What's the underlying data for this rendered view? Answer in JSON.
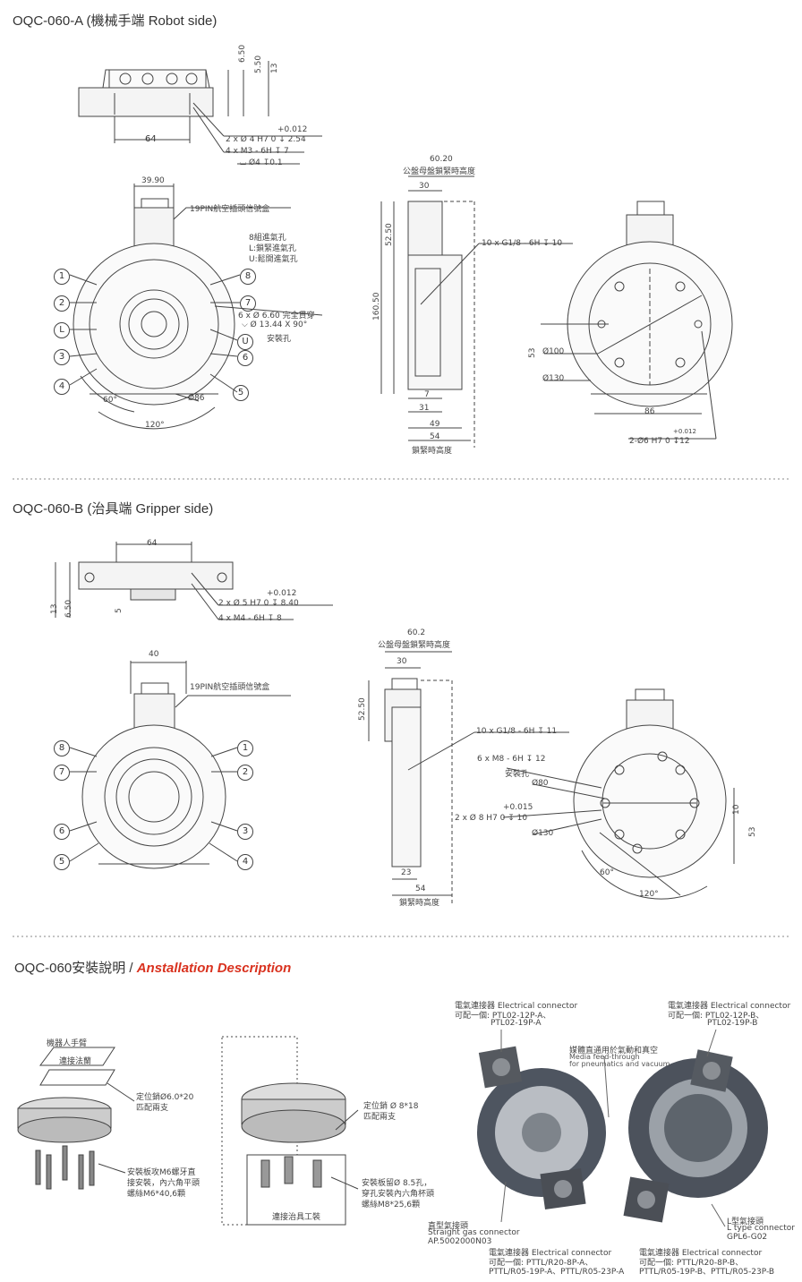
{
  "section_a": {
    "title": "OQC-060-A (機械手端 Robot side)",
    "side_dims": [
      "6.50",
      "5.50",
      "13",
      "64",
      "+0.012",
      "2 x Ø 4 H7  0     ↧ 2.54",
      "4 x M3 - 6H ↧ 7",
      "⌴ Ø4 ↧0.1"
    ],
    "front": {
      "w": "39.90",
      "box_label": "19PIN航空插頭信號盒",
      "air_note": [
        "8組進氣孔",
        "L:鎖緊進氣孔",
        "U:鬆開進氣孔"
      ],
      "holes_note": [
        "6 x Ø 6.60 完全貫穿",
        "⌵ Ø 13.44 X 90°",
        "安裝孔"
      ],
      "diam": "Ø86",
      "angles": [
        "60°",
        "120°"
      ],
      "ports": [
        "1",
        "2",
        "L",
        "3",
        "4",
        "8",
        "7",
        "U",
        "6",
        "5"
      ]
    },
    "side": {
      "top1": "60.20",
      "top2": "公盤母盤鎖緊時高度",
      "d30": "30",
      "h1": "52.50",
      "h2": "160.50",
      "port": "10 x G1/8 - 6H ↧ 10",
      "b7": "7",
      "b31": "31",
      "b49": "49",
      "b54": "54",
      "bottom": "鎖緊時高度"
    },
    "back": {
      "d53": "53",
      "d100": "Ø100",
      "d130": "Ø130",
      "d86": "86",
      "tol": "+0.012",
      "pin": "2-Ø6 H7  0       ↧12"
    }
  },
  "section_b": {
    "title": "OQC-060-B (治具端 Gripper side)",
    "side_dims": [
      "64",
      "13",
      "6.50",
      "5",
      "+0.012",
      "2 x Ø 5 H7   0       ↧ 8.40",
      "4 x M4 - 6H ↧ 8"
    ],
    "front": {
      "w": "40",
      "box_label": "19PIN航空插頭信號盒",
      "ports": [
        "8",
        "7",
        "6",
        "5",
        "1",
        "2",
        "3",
        "4"
      ]
    },
    "side": {
      "top1": "60.2",
      "top2": "公盤母盤鎖緊時高度",
      "d30": "30",
      "h1": "52.50",
      "b23": "23",
      "b54": "54",
      "bottom": "鎖緊時高度"
    },
    "back": {
      "port": "10 x G1/8 - 6H ↧ 11",
      "m8": "6 x M8 - 6H ↧ 12",
      "m8b": "安裝孔",
      "d80": "Ø80",
      "tol": "+0.015",
      "pin": "2 x Ø 8 H7   0       ↧ 10",
      "d130": "Ø130",
      "d10": "10",
      "d53": "53",
      "angles": [
        "60°",
        "120°"
      ]
    }
  },
  "install": {
    "title": "OQC-060安裝說明 / ",
    "title_en": "Anstallation Description",
    "robot_arm": "機器人手臂",
    "flange": "連接法蘭",
    "pin1": [
      "定位銷Ø6.0*20",
      "匹配兩支"
    ],
    "screw1": [
      "安裝板攻M6螺牙直",
      "接安裝，內六角平頭",
      "螺絲M6*40,6顆"
    ],
    "pin2": [
      "定位銷 Ø 8*18",
      "匹配兩支"
    ],
    "screw2": [
      "安裝板留Ø 8.5孔，",
      "穿孔安裝內六角杯頭",
      "螺絲M8*25,6顆"
    ],
    "fixture": "連接治具工裝",
    "ec1": [
      "電氣連接器 Electrical connector",
      "可配一個: PTL02-12P-A、",
      "PTL02-19P-A"
    ],
    "ec2": [
      "電氣連接器 Electrical connector",
      "可配一個: PTL02-12P-B、",
      "PTL02-19P-B"
    ],
    "media": [
      "媒體直通用於氣動和真空",
      "Media feed-through",
      "for pneumatics and vacuum"
    ],
    "straight": [
      "直型氣接頭",
      "Straight gas connector",
      "AP.5002000N03"
    ],
    "ltype": [
      "L型氣接頭",
      "L type connector",
      "GPL6-G02"
    ],
    "ec3": [
      "電氣連接器 Electrical connector",
      "可配一個: PTTL/R20-8P-A、",
      "PTTL/R05-19P-A、PTTL/R05-23P-A"
    ],
    "ec4": [
      "電氣連接器 Electrical connector",
      "可配一個: PTTL/R20-8P-B、",
      "PTTL/R05-19P-B、PTTL/R05-23P-B"
    ]
  }
}
